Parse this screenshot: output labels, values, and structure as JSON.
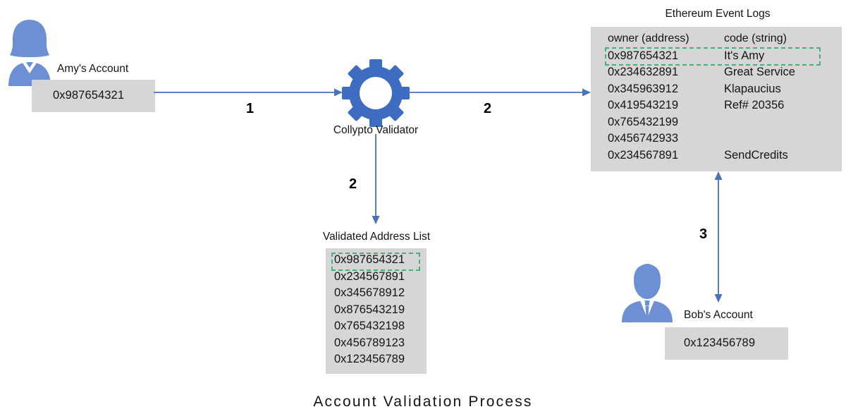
{
  "title": "Account Validation Process",
  "colors": {
    "panel_gray": "#d6d6d6",
    "arrow_blue": "#4a72b8",
    "avatar_blue": "#6d8fd4",
    "gear_blue": "#3d6cc0",
    "highlight_green": "#45b07c",
    "text": "#141414"
  },
  "amy": {
    "avatar_name": "female-user-avatar",
    "label": "Amy's Account",
    "address": "0x987654321"
  },
  "bob": {
    "avatar_name": "male-user-avatar",
    "label": "Bob's Account",
    "address": "0x123456789"
  },
  "validator": {
    "icon_name": "gear-icon",
    "label": "Collypto Validator"
  },
  "steps": {
    "one": "1",
    "two_right": "2",
    "two_down": "2",
    "three": "3"
  },
  "event_logs": {
    "title": "Ethereum Event Logs",
    "columns": [
      "owner (address)",
      "code (string)"
    ],
    "rows": [
      {
        "owner": "0x987654321",
        "code": "It's Amy",
        "highlighted": true
      },
      {
        "owner": "0x234632891",
        "code": "Great Service",
        "highlighted": false
      },
      {
        "owner": "0x345963912",
        "code": "Klapaucius",
        "highlighted": false
      },
      {
        "owner": "0x419543219",
        "code": "Ref# 20356",
        "highlighted": false
      },
      {
        "owner": "0x765432199",
        "code": "",
        "highlighted": false
      },
      {
        "owner": "0x456742933",
        "code": "",
        "highlighted": false
      },
      {
        "owner": "0x234567891",
        "code": "SendCredits",
        "highlighted": false
      }
    ]
  },
  "validated_list": {
    "title": "Validated Address List",
    "addresses": [
      {
        "value": "0x987654321",
        "highlighted": true
      },
      {
        "value": "0x234567891",
        "highlighted": false
      },
      {
        "value": "0x345678912",
        "highlighted": false
      },
      {
        "value": "0x876543219",
        "highlighted": false
      },
      {
        "value": "0x765432198",
        "highlighted": false
      },
      {
        "value": "0x456789123",
        "highlighted": false
      },
      {
        "value": "0x123456789",
        "highlighted": false
      }
    ]
  }
}
